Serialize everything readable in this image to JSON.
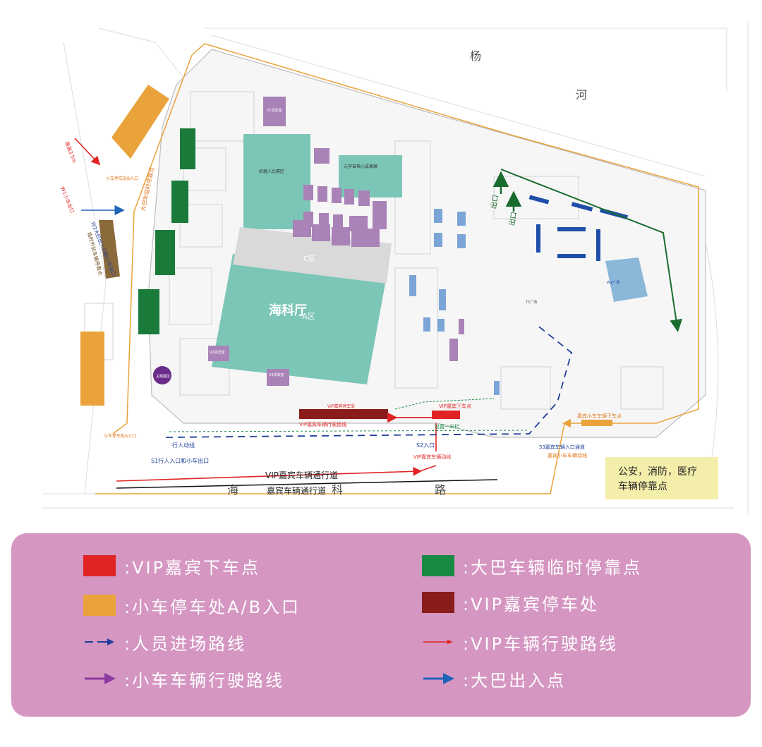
{
  "map": {
    "river_label_1": "杨",
    "river_label_2": "河",
    "road_label_1": "海",
    "road_label_2": "科",
    "road_label_3": "路",
    "hall_a_label": "海科厅",
    "hall_a_zone": "A区",
    "hall_c_label": "C区",
    "hall_robot_label": "机器人比赛区",
    "hall_quantum_label": "元宇宙核心成果展",
    "vip_room_labels": [
      "V1贵宾室",
      "V2贵宾室",
      "V3贵宾室"
    ],
    "main_stage_label": "主题展区",
    "vip_dropoff_label": "VIP嘉宾下车点",
    "vip_parking_label": "VIP嘉宾停车处",
    "vip_drive_route_label": "VIP嘉宾车辆行驶路线",
    "vip_road_label": "VIP嘉宾车辆通行道",
    "guest_road_label": "嘉宾车辆通行道",
    "guest_car_dropoff_label": "嘉宾小车车辆下车点",
    "s1_label": "S1行人入口和小车出口",
    "s2_label": "S2入口",
    "s3_label": "S3嘉宾车辆入口通道",
    "guest_car_route_label": "嘉宾小车车辆动线",
    "pedestrian_route_label": "行人动线",
    "vip_vehicle_route_label": "VIP嘉宾车辆动线",
    "rail_label": "设置一米栏",
    "w1_label": "W1大巴出入口和小车出口",
    "w1_entry_label": "W1小车出口",
    "limit_label": "限高3.5m",
    "exit_labels": [
      "出口",
      "出口"
    ],
    "bus_stop_label": "大巴车临时停靠点",
    "parking_b_label": "小车停车处B入口",
    "parking_a_label": "小车停车处A入口",
    "brown_area_label": "临时外驻车辆停靠点",
    "emergency_label_1": "公安，消防，医疗",
    "emergency_label_2": "车辆停靠点",
    "ws_label": "W2广场",
    "ts_label": "T5广场"
  },
  "legend": {
    "items": [
      {
        "label": ":VIP嘉宾下车点",
        "color": "#e02424"
      },
      {
        "label": ":大巴车辆临时停靠点",
        "color": "#1a8a43"
      },
      {
        "label": ":小车停车处A/B入口",
        "color": "#e9a33a"
      },
      {
        "label": ":VIP嘉宾停车处",
        "color": "#8a1c1c"
      },
      {
        "label": ":人员进场路线",
        "color": "#1f3f9a"
      },
      {
        "label": ":VIP车辆行驶路线",
        "color": "#e02424"
      },
      {
        "label": ":小车车辆行驶路线",
        "color": "#8a3aa0"
      },
      {
        "label": ":大巴出入点",
        "color": "#1f64b8"
      }
    ]
  },
  "colors": {
    "teal": "#7cc6b7",
    "green": "#1a8a43",
    "orange": "#e9a33a",
    "darkred": "#8a1c1c",
    "red": "#e02424",
    "navy": "#1f3f9a",
    "blue": "#1f64b8",
    "purple": "#8a3aa0",
    "yellow": "#f4eeab",
    "pink": "#d596c2"
  }
}
